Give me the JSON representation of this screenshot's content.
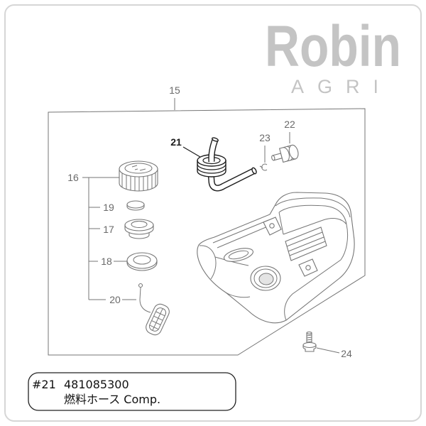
{
  "logo": {
    "brand": "Robin",
    "sub": "AGRI"
  },
  "callouts": [
    "15",
    "16",
    "17",
    "18",
    "19",
    "20",
    "21",
    "22",
    "23",
    "24"
  ],
  "caption": {
    "ref": "#21",
    "part_number": "481085300",
    "part_name": "燃料ホース Comp."
  },
  "colors": {
    "logo": "#c4c4c4",
    "line": "#767676",
    "highlight": "#1c1c1c",
    "frame": "#d6d6d6",
    "caption": "#111111"
  }
}
